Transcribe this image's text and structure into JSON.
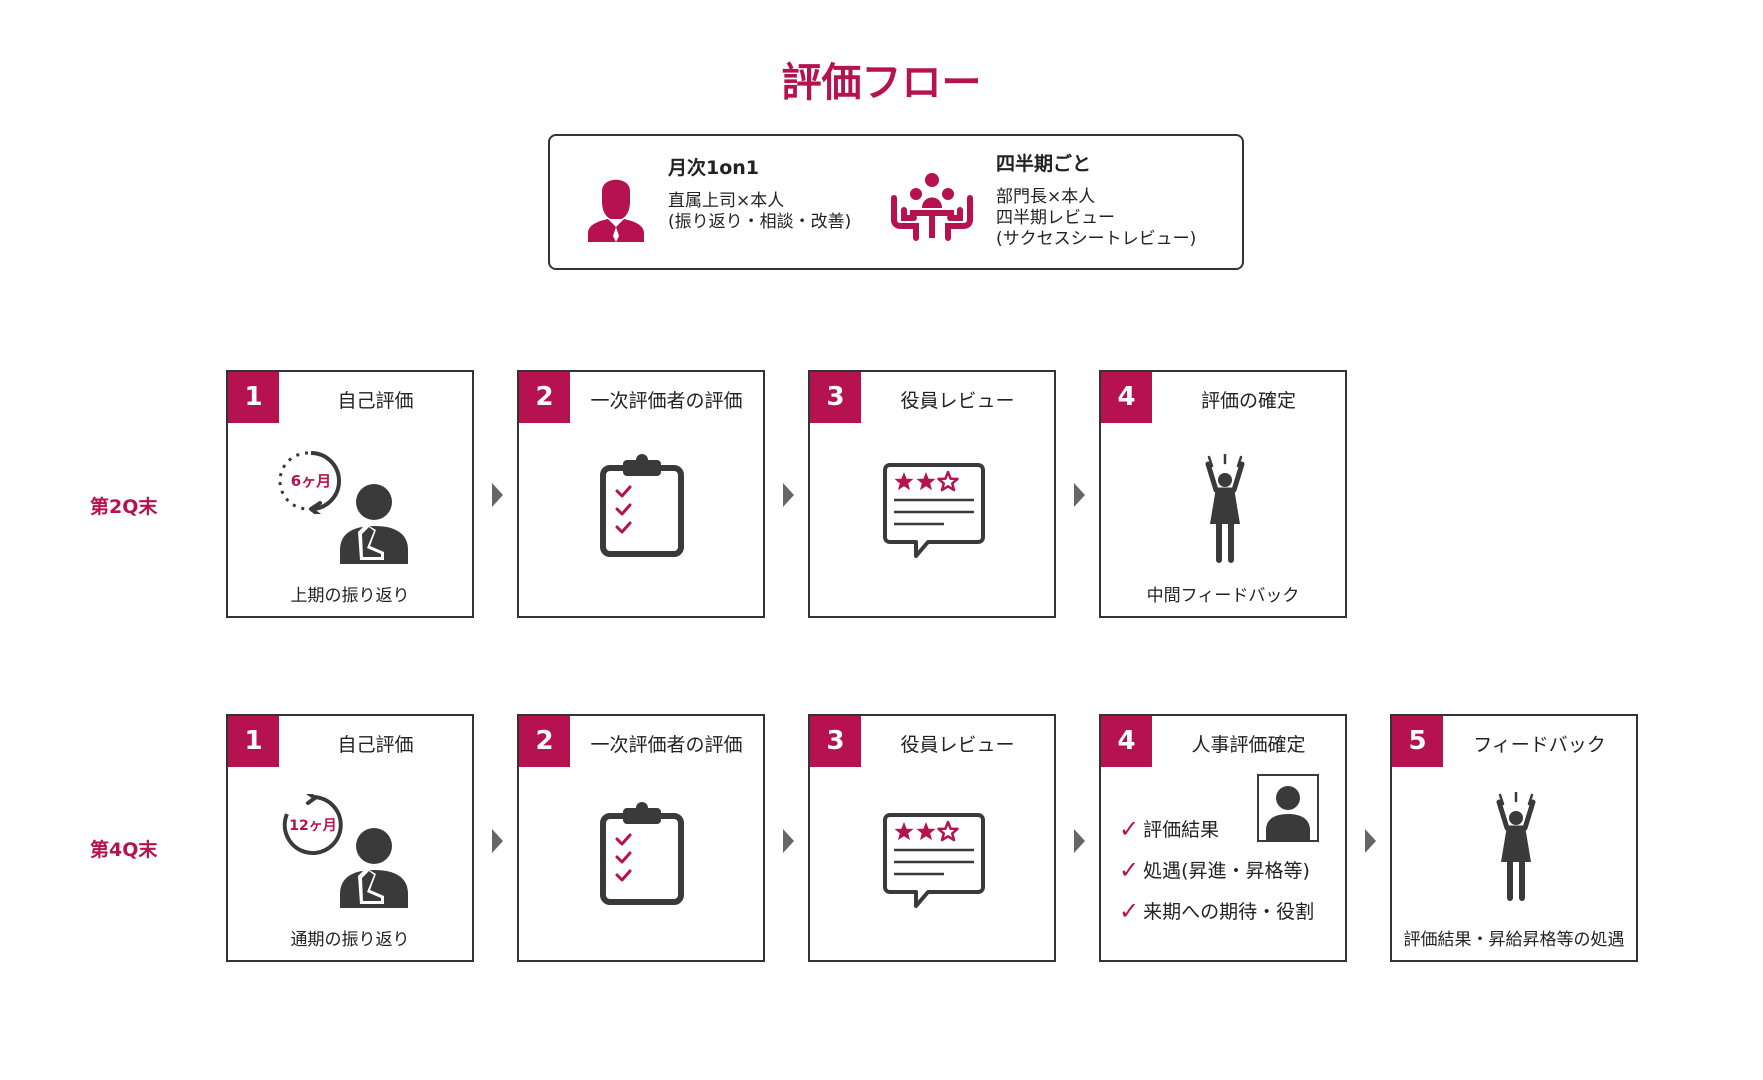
{
  "title": "評価フロー",
  "legend": {
    "monthly": {
      "title": "月次1on1",
      "line1": "直属上司×本人",
      "line2": "(振り返り・相談・改善)"
    },
    "quarterly": {
      "title": "四半期ごと",
      "line1": "部門長×本人",
      "line2": "四半期レビュー",
      "line3": "(サクセスシートレビュー)"
    }
  },
  "rows": [
    {
      "label": "第2Q末",
      "cards": [
        {
          "num": "1",
          "title": "自己評価",
          "badge": "6ヶ月",
          "caption": "上期の振り返り"
        },
        {
          "num": "2",
          "title": "一次評価者の評価"
        },
        {
          "num": "3",
          "title": "役員レビュー"
        },
        {
          "num": "4",
          "title": "評価の確定",
          "caption": "中間フィードバック"
        }
      ]
    },
    {
      "label": "第4Q末",
      "cards": [
        {
          "num": "1",
          "title": "自己評価",
          "badge": "12ヶ月",
          "caption": "通期の振り返り"
        },
        {
          "num": "2",
          "title": "一次評価者の評価"
        },
        {
          "num": "3",
          "title": "役員レビュー"
        },
        {
          "num": "4",
          "title": "人事評価確定",
          "checks": [
            "評価結果",
            "処遇(昇進・昇格等)",
            "来期への期待・役割"
          ]
        },
        {
          "num": "5",
          "title": "フィードバック",
          "caption": "評価結果・昇給昇格等の処遇"
        }
      ]
    }
  ],
  "colors": {
    "accent": "#b5124f",
    "icon": "#3a3a3a",
    "border": "#333333",
    "arrow": "#666666"
  },
  "icons": [
    "businessman-icon",
    "meeting-icon",
    "clock-cycle-icon",
    "thinking-person-icon",
    "clipboard-checklist-icon",
    "star-review-bubble-icon",
    "cheering-person-icon",
    "profile-photo-icon",
    "checkmark-icon",
    "chevron-right-icon"
  ]
}
